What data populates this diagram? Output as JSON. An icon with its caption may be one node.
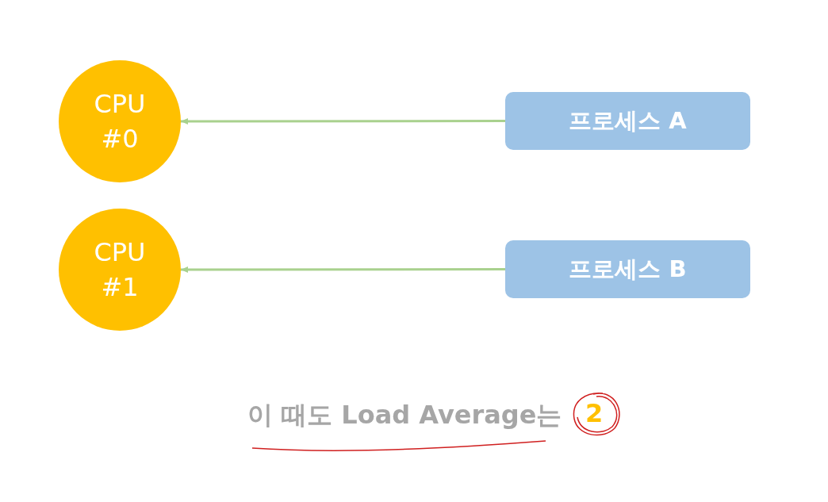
{
  "diagram": {
    "nodes": [
      {
        "text": [
          "CPU #0"
        ]
      },
      {
        "text": [
          "CPU #1"
        ]
      },
      {
        "text": [
          "프로세스 A"
        ]
      },
      {
        "text": [
          "프로세스 B"
        ]
      }
    ],
    "edges": [
      {
        "from": 2,
        "to": 0,
        "arrow": "to"
      },
      {
        "from": 3,
        "to": 1,
        "arrow": "to"
      }
    ],
    "labels": [
      "이 때도 Load Average는",
      "2"
    ]
  }
}
